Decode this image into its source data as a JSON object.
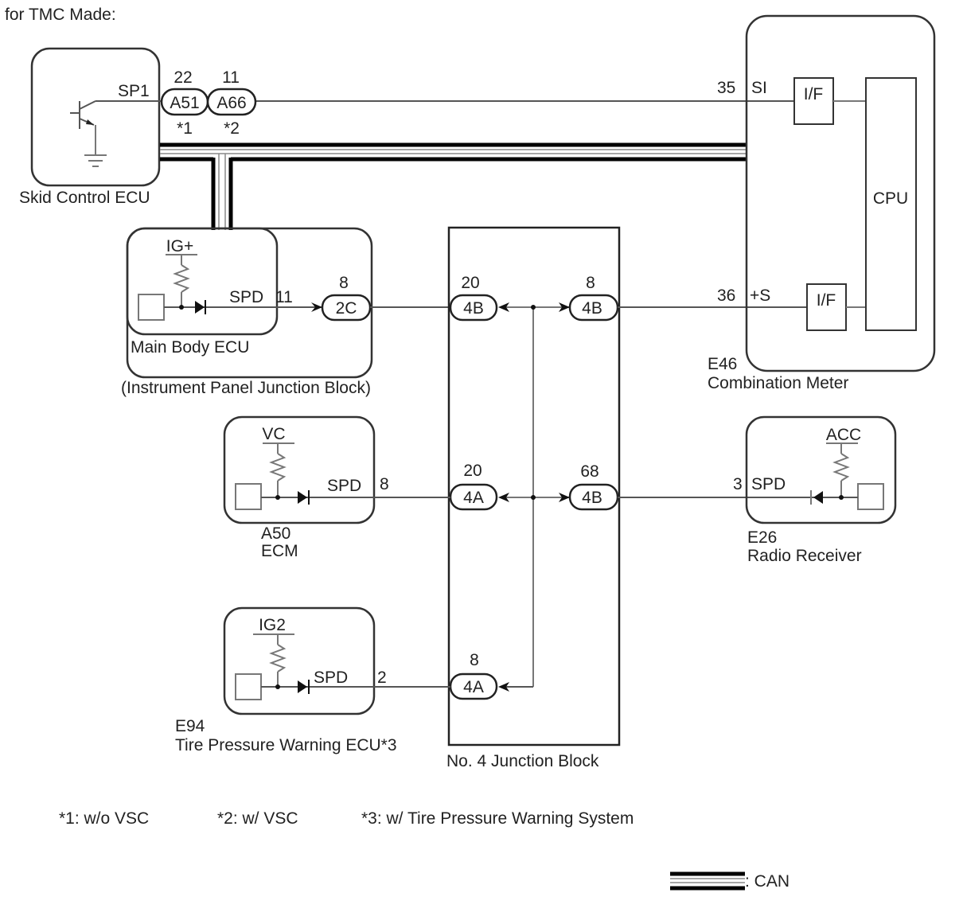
{
  "header": {
    "title": "for TMC Made:"
  },
  "components": {
    "skid_control_ecu": {
      "name": "Skid Control ECU",
      "terminal": "SP1"
    },
    "main_body_ecu": {
      "name": "Main Body ECU",
      "supply": "IG+",
      "terminal": "SPD",
      "pin": "11"
    },
    "instrument_panel_jb": {
      "name": "(Instrument Panel Junction Block)"
    },
    "combination_meter": {
      "code": "E46",
      "name": "Combination Meter",
      "cpu": "CPU",
      "if_label": "I/F",
      "pin_si": "35",
      "term_si": "SI",
      "pin_s": "36",
      "term_s": "+S"
    },
    "ecm": {
      "code": "A50",
      "name": "ECM",
      "supply": "VC",
      "terminal": "SPD",
      "pin": "8"
    },
    "radio_receiver": {
      "code": "E26",
      "name": "Radio Receiver",
      "supply": "ACC",
      "terminal": "SPD",
      "pin": "3"
    },
    "tpw_ecu": {
      "code": "E94",
      "name": "Tire Pressure Warning ECU*3",
      "supply": "IG2",
      "terminal": "SPD",
      "pin": "2"
    },
    "no4_jb": {
      "name": "No. 4 Junction Block"
    }
  },
  "connectors": [
    {
      "id": "A51",
      "pin": "22",
      "note": "*1"
    },
    {
      "id": "A66",
      "pin": "11",
      "note": "*2"
    },
    {
      "id": "2C",
      "pin": "8"
    },
    {
      "id": "4B",
      "pin": "20"
    },
    {
      "id": "4B",
      "pin": "8"
    },
    {
      "id": "4A",
      "pin": "20"
    },
    {
      "id": "4B",
      "pin": "68"
    },
    {
      "id": "4A",
      "pin": "8"
    }
  ],
  "notes": [
    "*1: w/o VSC",
    "*2: w/ VSC",
    "*3: w/ Tire Pressure Warning System"
  ],
  "legend": {
    "can_label": ": CAN"
  }
}
